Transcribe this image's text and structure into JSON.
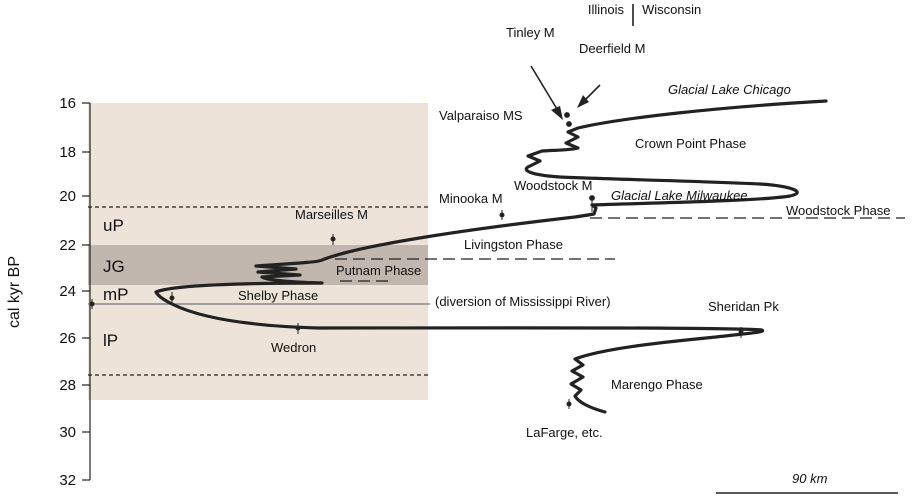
{
  "y_axis": {
    "label": "cal kyr BP",
    "ticks": [
      "16",
      "18",
      "20",
      "22",
      "24",
      "26",
      "28",
      "30",
      "32"
    ]
  },
  "zones": [
    "uP",
    "JG",
    "mP",
    "lP"
  ],
  "states": {
    "left": "Illinois",
    "right": "Wisconsin"
  },
  "labels": {
    "tinley": "Tinley M",
    "deerfield": "Deerfield M",
    "glacial_chicago": "Glacial Lake Chicago",
    "valparaiso": "Valparaiso MS",
    "crown_point": "Crown Point Phase",
    "minooka": "Minooka M",
    "woodstock_m": "Woodstock M",
    "glacial_milwaukee": "Glacial Lake Milwaukee",
    "woodstock_phase": "Woodstock Phase",
    "marseilles": "Marseilles M",
    "livingston": "Livingston Phase",
    "putnam": "Putnam Phase",
    "shelby": "Shelby Phase",
    "diversion": "(diversion of Mississippi River)",
    "sheridan": "Sheridan Pk",
    "wedron": "Wedron",
    "marengo": "Marengo Phase",
    "lafarge": "LaFarge, etc."
  },
  "scale": {
    "label": "90 km"
  },
  "colors": {
    "shade_light": "#ede3d9",
    "shade_dark": "#c1b7af",
    "curve": "#222222"
  }
}
